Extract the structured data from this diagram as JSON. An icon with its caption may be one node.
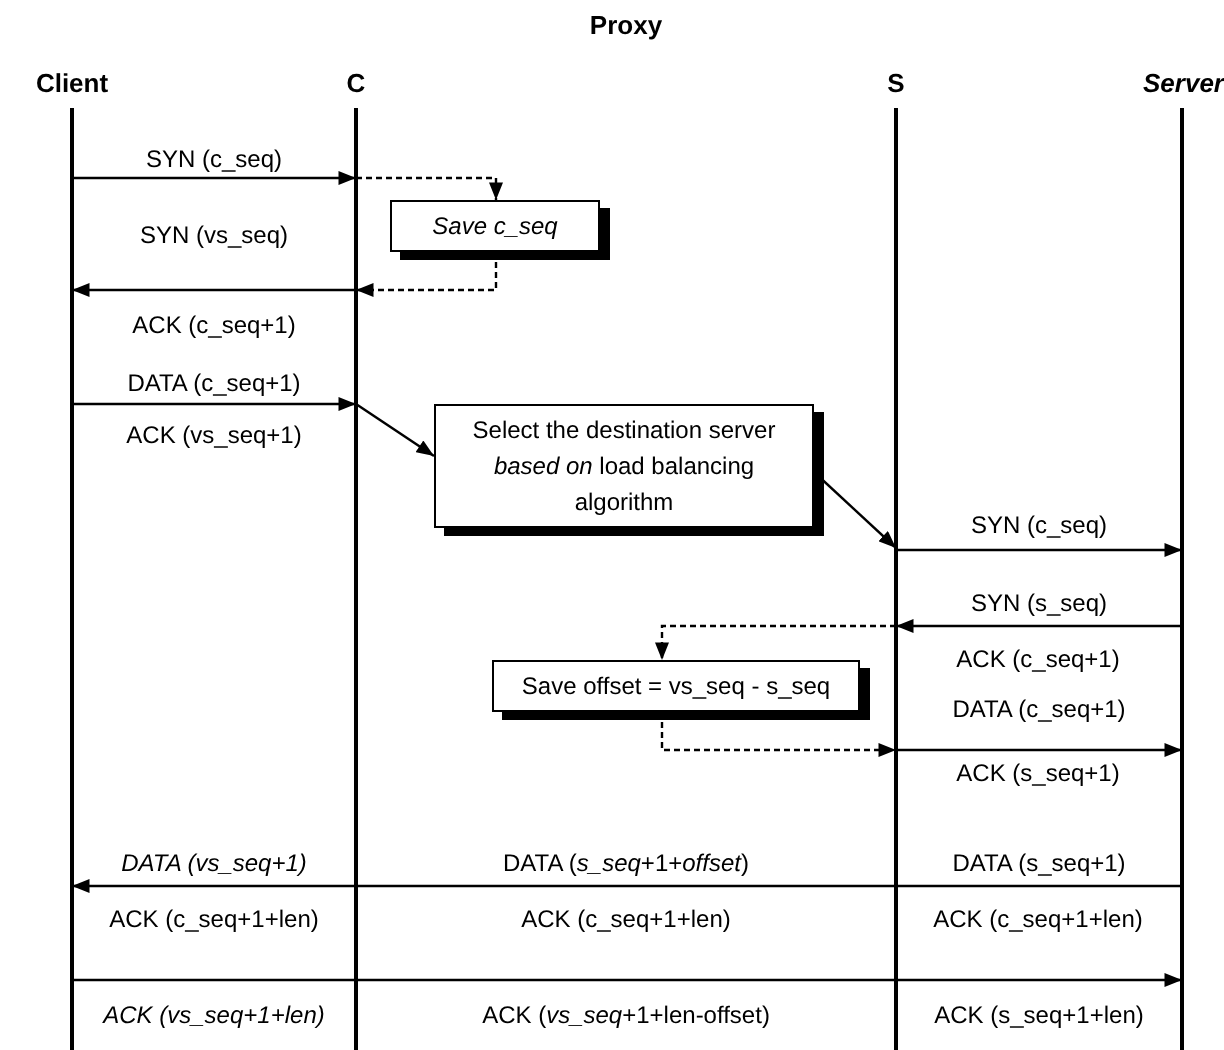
{
  "diagram": {
    "nodes": [
      {
        "text": [
          "Client"
        ]
      },
      {
        "text": [
          "C"
        ]
      },
      {
        "text": [
          "S"
        ]
      },
      {
        "text": [
          "Server"
        ]
      },
      {
        "text": [
          "Save c_seq"
        ]
      },
      {
        "text": [
          "Select the destination server *based on* load balancing algorithm"
        ]
      },
      {
        "text": [
          "Save offset = vs_seq - s_seq"
        ]
      }
    ],
    "edges": [
      {
        "from": 0,
        "to": 1,
        "arrow": "to",
        "label": "SYN (c_seq)"
      },
      {
        "from": 1,
        "to": 4,
        "arrow": "to",
        "style": "dashed"
      },
      {
        "from": 4,
        "to": 1,
        "arrow": "to",
        "style": "dashed"
      },
      {
        "from": 1,
        "to": 0,
        "arrow": "to",
        "label": "SYN (vs_seq)"
      },
      {
        "from": 0,
        "to": 1,
        "arrow": "to",
        "label": "DATA (c_seq+1)"
      },
      {
        "from": 1,
        "to": 5,
        "arrow": "to"
      },
      {
        "from": 5,
        "to": 2,
        "arrow": "to"
      },
      {
        "from": 2,
        "to": 3,
        "arrow": "to",
        "label": "SYN (c_seq)"
      },
      {
        "from": 3,
        "to": 2,
        "arrow": "to",
        "label": "SYN (s_seq)"
      },
      {
        "from": 2,
        "to": 6,
        "arrow": "to",
        "style": "dashed"
      },
      {
        "from": 6,
        "to": 2,
        "arrow": "to",
        "style": "dashed"
      },
      {
        "from": 2,
        "to": 3,
        "arrow": "to",
        "label": "DATA (c_seq+1)"
      },
      {
        "from": 3,
        "to": 2,
        "arrow": "none",
        "label": "DATA (s_seq+1)"
      },
      {
        "from": 2,
        "to": 1,
        "arrow": "none",
        "label": "DATA (*s_seq*+1+*offset*)"
      },
      {
        "from": 1,
        "to": 0,
        "arrow": "to",
        "label": "DATA (vs_seq+1)"
      },
      {
        "from": 0,
        "to": 1,
        "arrow": "none",
        "label": "ACK (vs_seq+1+len)"
      },
      {
        "from": 1,
        "to": 2,
        "arrow": "none",
        "label": "ACK (*vs_seq*+1+len-offset)"
      },
      {
        "from": 2,
        "to": 3,
        "arrow": "to",
        "label": "ACK (s_seq+1+len)"
      }
    ],
    "labels": [
      "Proxy",
      "ACK (c_seq+1)",
      "ACK (vs_seq+1)",
      "ACK (c_seq+1)",
      "ACK (s_seq+1)",
      "ACK (c_seq+1+len)",
      "ACK (c_seq+1+len)",
      "ACK (c_seq+1+len)"
    ]
  }
}
